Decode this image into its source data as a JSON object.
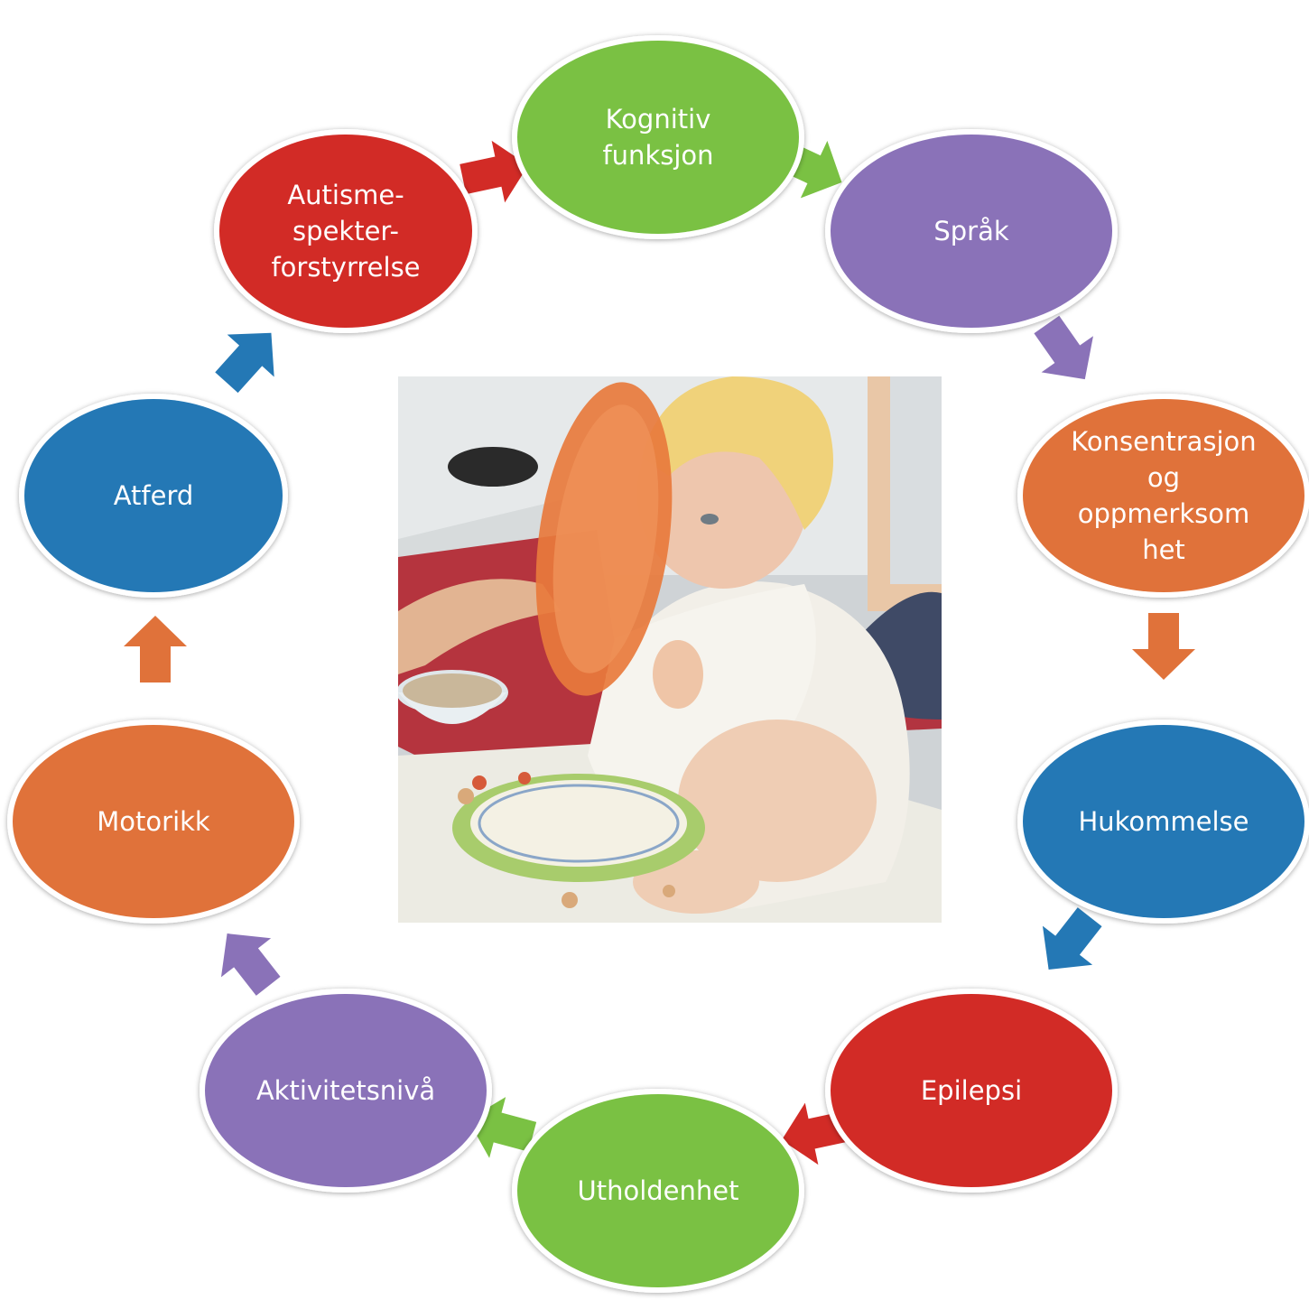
{
  "nodes": [
    {
      "id": "kognitiv",
      "lines": [
        "Kognitiv",
        "funksjon"
      ],
      "color": "#7ac143"
    },
    {
      "id": "sprak",
      "lines": [
        "Språk"
      ],
      "color": "#8a72b8"
    },
    {
      "id": "konsentrasjon",
      "lines": [
        "Konsentrasjon",
        "og",
        "oppmerksom",
        "het"
      ],
      "color": "#e0723a"
    },
    {
      "id": "hukommelse",
      "lines": [
        "Hukommelse"
      ],
      "color": "#2478b5"
    },
    {
      "id": "epilepsi",
      "lines": [
        "Epilepsi"
      ],
      "color": "#d22b26"
    },
    {
      "id": "utholdenhet",
      "lines": [
        "Utholdenhet"
      ],
      "color": "#7ac143"
    },
    {
      "id": "aktivitetsniva",
      "lines": [
        "Aktivitetsnivå"
      ],
      "color": "#8a72b8"
    },
    {
      "id": "motorikk",
      "lines": [
        "Motorikk"
      ],
      "color": "#e0723a"
    },
    {
      "id": "atferd",
      "lines": [
        "Atferd"
      ],
      "color": "#2478b5"
    },
    {
      "id": "autisme",
      "lines": [
        "Autisme-",
        "spekter-",
        "forstyrrelse"
      ],
      "color": "#d22b26"
    }
  ],
  "arrows": [
    {
      "id": "autisme-to-kognitiv",
      "color": "#d22b26"
    },
    {
      "id": "kognitiv-to-sprak",
      "color": "#7ac143"
    },
    {
      "id": "sprak-to-konsentrasjon",
      "color": "#8a72b8"
    },
    {
      "id": "konsentrasjon-to-hukommelse",
      "color": "#e0723a"
    },
    {
      "id": "hukommelse-to-epilepsi",
      "color": "#2478b5"
    },
    {
      "id": "epilepsi-to-utholdenhet",
      "color": "#d22b26"
    },
    {
      "id": "utholdenhet-to-aktivitetsniva",
      "color": "#7ac143"
    },
    {
      "id": "aktivitetsniva-to-motorikk",
      "color": "#8a72b8"
    },
    {
      "id": "motorikk-to-atferd",
      "color": "#e0723a"
    },
    {
      "id": "atferd-to-autisme",
      "color": "#2478b5"
    }
  ]
}
